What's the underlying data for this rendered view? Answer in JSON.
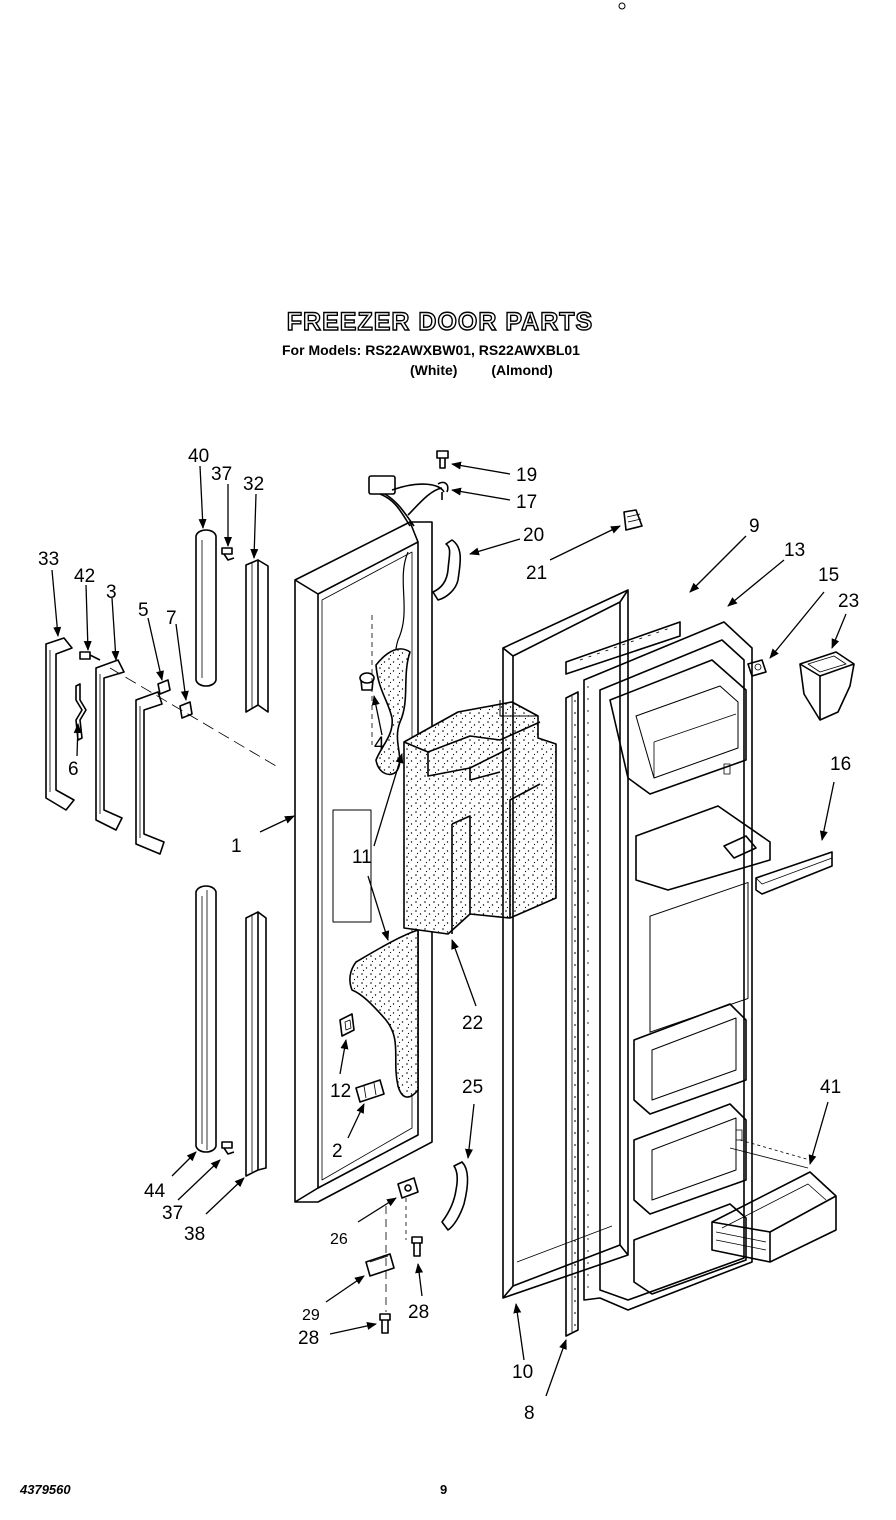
{
  "header": {
    "title": "FREEZER DOOR PARTS",
    "models_line": "For Models: RS22AWXBW01, RS22AWXBL01",
    "variant_white": "(White)",
    "variant_almond": "(Almond)"
  },
  "callouts": {
    "c40": "40",
    "c37a": "37",
    "c32": "32",
    "c33": "33",
    "c42": "42",
    "c3": "3",
    "c5": "5",
    "c7": "7",
    "c6": "6",
    "c1": "1",
    "c19": "19",
    "c17": "17",
    "c20": "20",
    "c21": "21",
    "c9": "9",
    "c13": "13",
    "c15": "15",
    "c23": "23",
    "c4": "4",
    "c16": "16",
    "c11": "11",
    "c22": "22",
    "c12": "12",
    "c2": "2",
    "c25": "25",
    "c41": "41",
    "c44": "44",
    "c37b": "37",
    "c38": "38",
    "c26": "26",
    "c29": "29",
    "c28a": "28",
    "c28b": "28",
    "c10": "10",
    "c8": "8"
  },
  "footer": {
    "doc_number": "4379560",
    "page_number": "9"
  }
}
